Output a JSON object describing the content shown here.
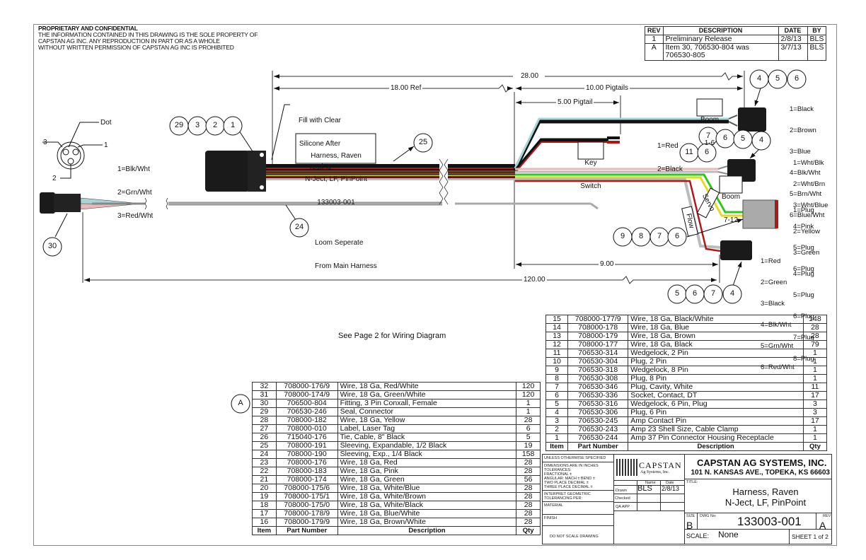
{
  "notice": {
    "heading": "PROPRIETARY AND CONFIDENTIAL",
    "lines": [
      "THE INFORMATION CONTAINED IN THIS DRAWING IS THE SOLE PROPERTY OF",
      "CAPSTAN AG INC. ANY REPRODUCTION IN PART OR AS A WHOLE",
      "WITHOUT WRITTEN PERMISSION OF CAPSTAN AG INC IS PROHIBITED"
    ]
  },
  "revisions": {
    "headers": [
      "REV",
      "DESCRIPTION",
      "DATE",
      "BY"
    ],
    "rows": [
      {
        "rev": "1",
        "description": "Preliminary Release",
        "date": "2/8/13",
        "by": "BLS"
      },
      {
        "rev": "A",
        "description": "Item 30, 706530-804 was 706530-805",
        "date": "3/7/13",
        "by": "BLS"
      }
    ]
  },
  "dimensions": {
    "total_28": "28.00",
    "ref_18": "18.00 Ref",
    "pigtails_10": "10.00 Pigtails",
    "pigtail_5": "5.00 Pigtail",
    "dim_9": "9.00",
    "dim_120": "120.00"
  },
  "annotations": {
    "dot": "Dot",
    "pin1": "1",
    "pin2": "2",
    "pin3": "3",
    "conxall_pins": [
      "1=Blk/Wht",
      "2=Grn/Wht",
      "3=Red/Wht"
    ],
    "fill_note": [
      "Fill with Clear",
      "Silicone After",
      "Testing"
    ],
    "harness_label": [
      "Harness, Raven",
      "N-Ject, LF, PinPoint",
      "133003-001"
    ],
    "loom_note": [
      "Loom Seperate",
      "From Main Harness"
    ],
    "key_switch": [
      "Key",
      "Switch"
    ],
    "key_switch_pins": [
      "1=Red",
      "2=Black"
    ],
    "boom_1_6": [
      "Boom",
      "1-6"
    ],
    "boom_7_12": [
      "Boom",
      "7-12"
    ],
    "servo": "Servo",
    "flow": "Flow",
    "boom1_pins": [
      "1=Black",
      "2=Brown",
      "3=Blue",
      "4=Blk/Wht",
      "5=Brn/Wht",
      "6=Blue/Wht"
    ],
    "boom2_pins": [
      "1=Wht/Blk",
      "2=Wht/Brn",
      "3=Wht/Blue",
      "4=Pink",
      "5=Plug",
      "6=Plug"
    ],
    "servo_pins": [
      "1=Plug",
      "2=Yellow",
      "3=Green",
      "4=Plug",
      "5=Plug",
      "6=Plug",
      "7=Plug",
      "8=Plug"
    ],
    "flow_pins": [
      "1=Red",
      "2=Green",
      "3=Black",
      "4=Blk/Wht",
      "5=Grn/Wht",
      "6=Red/Wht"
    ],
    "see_page": "See Page 2 for Wiring Diagram",
    "rev_flag": "A"
  },
  "balloons": {
    "main_connector": [
      "29",
      "3",
      "2",
      "1"
    ],
    "sleeve": "25",
    "loom": "24",
    "conxall": "30",
    "boom1": [
      "4",
      "5",
      "6"
    ],
    "boom2_a": [
      "7",
      "6",
      "5",
      "4"
    ],
    "keyswitch": [
      "11",
      "6"
    ],
    "servo": [
      "9",
      "8",
      "7",
      "6"
    ],
    "flow": [
      "5",
      "6",
      "7",
      "4"
    ]
  },
  "bom_right": {
    "rows": [
      {
        "item": "15",
        "part": "708000-177/9",
        "desc": "Wire, 18 Ga, Black/White",
        "qty": "148"
      },
      {
        "item": "14",
        "part": "708000-178",
        "desc": "Wire, 18 Ga, Blue",
        "qty": "28"
      },
      {
        "item": "13",
        "part": "708000-179",
        "desc": "Wire, 18 Ga, Brown",
        "qty": "28"
      },
      {
        "item": "12",
        "part": "708000-177",
        "desc": "Wire, 18 Ga, Black",
        "qty": "79"
      },
      {
        "item": "11",
        "part": "706530-314",
        "desc": "Wedgelock, 2 Pin",
        "qty": "1"
      },
      {
        "item": "10",
        "part": "706530-304",
        "desc": "Plug, 2 Pin",
        "qty": "1"
      },
      {
        "item": "9",
        "part": "706530-318",
        "desc": "Wedgelock, 8 Pin",
        "qty": "1"
      },
      {
        "item": "8",
        "part": "706530-308",
        "desc": "Plug, 8 Pin",
        "qty": "1"
      },
      {
        "item": "7",
        "part": "706530-346",
        "desc": "Plug, Cavity, White",
        "qty": "11"
      },
      {
        "item": "6",
        "part": "706530-336",
        "desc": "Socket, Contact, DT",
        "qty": "17"
      },
      {
        "item": "5",
        "part": "706530-316",
        "desc": "Wedgelock, 6 Pin, Plug",
        "qty": "3"
      },
      {
        "item": "4",
        "part": "706530-306",
        "desc": "Plug, 6 Pin",
        "qty": "3"
      },
      {
        "item": "3",
        "part": "706530-245",
        "desc": "Amp Contact Pin",
        "qty": "17"
      },
      {
        "item": "2",
        "part": "706530-243",
        "desc": "Amp 23 Shell Size, Cable Clamp",
        "qty": "1"
      },
      {
        "item": "1",
        "part": "706530-244",
        "desc": "Amp 37 Pin Connector Housing Receptacle",
        "qty": "1"
      }
    ],
    "headers": {
      "item": "Item",
      "part": "Part Number",
      "desc": "Description",
      "qty": "Qty"
    }
  },
  "bom_left": {
    "rows": [
      {
        "item": "32",
        "part": "708000-176/9",
        "desc": "Wire, 18 Ga, Red/White",
        "qty": "120"
      },
      {
        "item": "31",
        "part": "708000-174/9",
        "desc": "Wire, 18 Ga, Green/White",
        "qty": "120"
      },
      {
        "item": "30",
        "part": "706500-804",
        "desc": "Fitting, 3 Pin Conxall, Female",
        "qty": "1"
      },
      {
        "item": "29",
        "part": "706530-246",
        "desc": "Seal, Connector",
        "qty": "1"
      },
      {
        "item": "28",
        "part": "708000-182",
        "desc": "Wire, 18 Ga, Yellow",
        "qty": "28"
      },
      {
        "item": "27",
        "part": "708000-010",
        "desc": "Label, Laser Tag",
        "qty": "6"
      },
      {
        "item": "26",
        "part": "715040-176",
        "desc": "Tie, Cable, 8\" Black",
        "qty": "5"
      },
      {
        "item": "25",
        "part": "708000-191",
        "desc": "Sleeving, Expandable, 1/2 Black",
        "qty": "19"
      },
      {
        "item": "24",
        "part": "708000-190",
        "desc": "Sleeving, Exp., 1/4 Black",
        "qty": "158"
      },
      {
        "item": "23",
        "part": "708000-176",
        "desc": "Wire, 18 Ga, Red",
        "qty": "28"
      },
      {
        "item": "22",
        "part": "708000-183",
        "desc": "Wire, 18 Ga, Pink",
        "qty": "28"
      },
      {
        "item": "21",
        "part": "708000-174",
        "desc": "Wire, 18 Ga, Green",
        "qty": "56"
      },
      {
        "item": "20",
        "part": "708000-175/6",
        "desc": "Wire, 18 Ga, White/Blue",
        "qty": "28"
      },
      {
        "item": "19",
        "part": "708000-175/1",
        "desc": "Wire, 18 Ga, White/Brown",
        "qty": "28"
      },
      {
        "item": "18",
        "part": "708000-175/0",
        "desc": "Wire, 18 Ga, White/Black",
        "qty": "28"
      },
      {
        "item": "17",
        "part": "708000-178/9",
        "desc": "Wire, 18 Ga, Blue/White",
        "qty": "28"
      },
      {
        "item": "16",
        "part": "708000-179/9",
        "desc": "Wire, 18 Ga, Brown/White",
        "qty": "28"
      }
    ],
    "headers": {
      "item": "Item",
      "part": "Part Number",
      "desc": "Description",
      "qty": "Qty"
    }
  },
  "title_block": {
    "unless": "UNLESS OTHERWISE SPECIFIED",
    "dims": [
      "DIMENSIONS ARE IN INCHES",
      "TOLERANCES:",
      "FRACTIONAL ±",
      "ANGULAR: MACH ±   BEND ±",
      "TWO PLACE DECIMAL   ±",
      "THREE PLACE DECIMAL  ±"
    ],
    "interpret": [
      "INTERPRET GEOMETRIC",
      "TOLERANCING PER:"
    ],
    "material": "MATERIAL",
    "finish": "FINISH",
    "do_not_scale": "DO NOT SCALE DRAWING",
    "logo_name": "CAPSTAN",
    "logo_sub": "Ag Systems, Inc.",
    "col_name": "Name",
    "col_date": "Date",
    "drawn_label": "Drawn",
    "drawn_name": "BLS",
    "drawn_date": "2/8/13",
    "checked_label": "Checked",
    "qa_label": "QA APP",
    "company": "CAPSTAN AG SYSTEMS, INC.",
    "address": "101 N. KANSAS AVE., TOPEKA, KS 66603",
    "title_label": "TITLE:",
    "title": [
      "Harness, Raven",
      "N-Ject, LF, PinPoint"
    ],
    "size_label": "SIZE",
    "size": "B",
    "dwg_label": "DWG No:",
    "dwg_no": "133003-001",
    "rev_label": "REV",
    "rev": "A",
    "scale_label": "SCALE:",
    "scale": "None",
    "sheet": "SHEET 1 of 2"
  },
  "wire_colors": {
    "black": "#111111",
    "red": "#b01818",
    "brown": "#7a4a20",
    "yellow": "#e8d820",
    "green": "#2ec81a",
    "blue": "#a8d4d8",
    "pink": "#e8b8b8",
    "gray": "#b8b8b8"
  }
}
